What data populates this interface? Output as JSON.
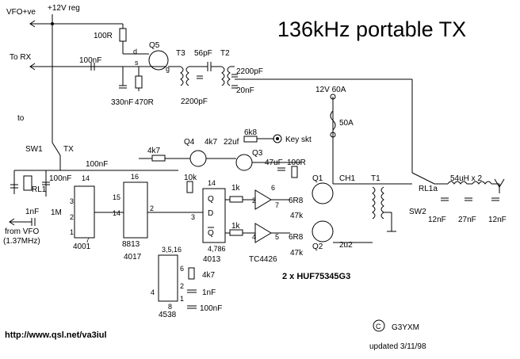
{
  "title": "136kHz portable TX",
  "url": "http://www.qsl.net/va3iul",
  "author": "G3YXM",
  "copyright_symbol": "C",
  "updated": "updated 3/11/98",
  "mosfet_note": "2 x HUF75345G3",
  "inputs": {
    "vfo_ve": "VFO+ve",
    "reg": "+12V reg",
    "to_rx": "To RX",
    "to": "to",
    "sw1": "SW1",
    "tx": "TX",
    "from_vfo": "from VFO",
    "freq": "(1.37MHz)",
    "supply": "12V 60A",
    "key": "Key skt"
  },
  "chips": {
    "u4001": "4001",
    "u4017": "4017",
    "u8813": "8813",
    "u4013": "4013",
    "u4538": "4538",
    "tc": "TC4426"
  },
  "pins": {
    "p14a": "14",
    "p3a": "3",
    "p2a": "2",
    "p1a": "1",
    "p7a": "7",
    "p16a": "16",
    "p15a": "15",
    "p14b": "14",
    "p2b": "2",
    "p14c": "14",
    "p3c": "3",
    "p6c": "6",
    "p7c": "7",
    "p4c": "4",
    "p5c": "5",
    "q": "Q",
    "d": "D",
    "qb": "Q",
    "p4786": "4,786",
    "p3516": "3,5,16",
    "p6": "6",
    "p4": "4",
    "p2": "2",
    "p1": "1",
    "p8": "8"
  },
  "components": {
    "r100r": "100R",
    "q5": "Q5",
    "q5d": "d",
    "q5s": "s",
    "q5g": "g",
    "c100nf_rx": "100nF",
    "c330nf": "330nF",
    "r470r": "470R",
    "t3": "T3",
    "t2": "T2",
    "c56pf": "56pF",
    "c2200pf_a": "2200pF",
    "c2200pf_b": "2200pF",
    "c20nf": "20nF",
    "c100nf_l": "100nF",
    "rl1": "RL1",
    "c100nf_m": "100nF",
    "r1m": "1M",
    "c1nf": "1nF",
    "r4k7a": "4k7",
    "q4": "Q4",
    "r4k7b": "4k7",
    "c22uf": "22uf",
    "r6k8": "6k8",
    "q3": "Q3",
    "c47uf": "47uF",
    "r100rb": "100R",
    "r10k": "10k",
    "r1ka": "1k",
    "r1kb": "1k",
    "r6r8a": "6R8",
    "r6r8b": "6R8",
    "r47ka": "47k",
    "r47kb": "47k",
    "q1": "Q1",
    "q2": "Q2",
    "ch1": "CH1",
    "t1": "T1",
    "f50a": "50A",
    "c2u2": "2u2",
    "rl1a": "RL1a",
    "l54": "54uH x 2",
    "sw2": "SW2",
    "c12nfa": "12nF",
    "c27nf": "27nF",
    "c12nfb": "12nF",
    "r4k7c": "4k7",
    "c1nfb": "1nF",
    "c100nfb": "100nF"
  }
}
